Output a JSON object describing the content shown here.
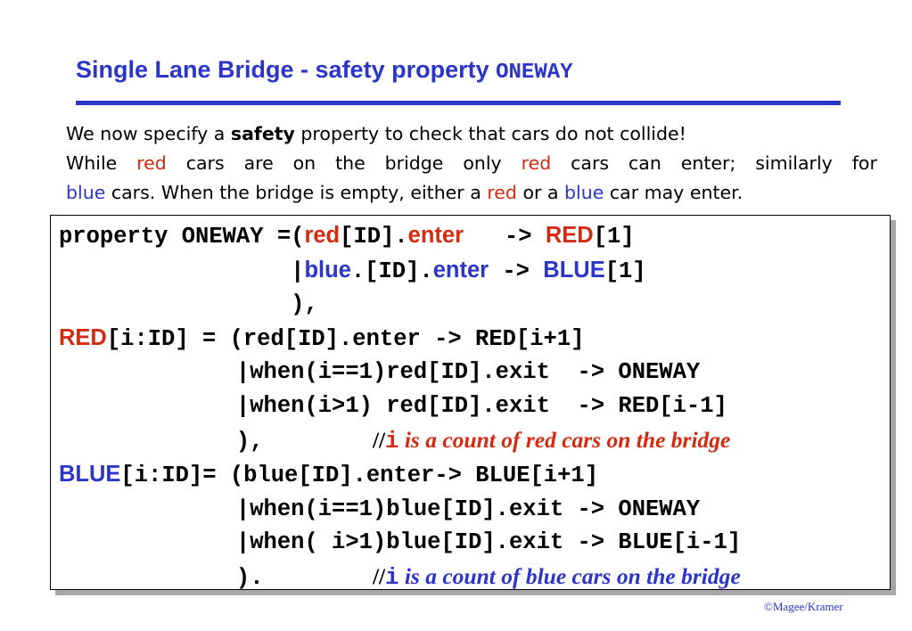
{
  "title": {
    "text": "Single Lane Bridge - safety property ",
    "mono": "ONEWAY"
  },
  "intro": {
    "l1_a": "We now specify a ",
    "l1_bold": "safety",
    "l1_b": " property to check that cars do not collide!",
    "l2_w1": "While",
    "l2_red": "red",
    "l2_w3": "cars",
    "l2_w4": "are",
    "l2_w5": "on",
    "l2_w6": "the",
    "l2_w7": "bridge",
    "l2_w8": "only",
    "l2_red2": "red",
    "l2_w10": "cars",
    "l2_w11": "can",
    "l2_w12": "enter;",
    "l2_w13": "similarly",
    "l2_w14": "for",
    "l3_blue": "blue",
    "l3_a": " cars. When the bridge is empty, either a ",
    "l3_red": "red",
    "l3_b": " or a ",
    "l3_blue2": "blue",
    "l3_c": " car may enter."
  },
  "code": {
    "l1_a": "property ONEWAY =(",
    "l1_red": "red",
    "l1_b": "[ID].",
    "l1_enter": "enter",
    "l1_c": "   -> ",
    "l1_RED": "RED",
    "l1_d": "[1]",
    "l2_a": "                 |",
    "l2_blue": "blue",
    "l2_b": ".[ID].",
    "l2_enter": "enter",
    "l2_c": " -> ",
    "l2_BLUE": "BLUE",
    "l2_d": "[1]",
    "l3": "                 ),",
    "l4_RED": "RED",
    "l4_a": "[i:ID] = (red[ID].enter -> RED[i+1]",
    "l5": "             |when(i==1)red[ID].exit  -> ONEWAY",
    "l6": "             |when(i>1) red[ID].exit  -> RED[i-1]",
    "l7_a": "             ),        ",
    "l7_slash": "//",
    "l7_i": "i",
    "l7_text": " is a count of red cars on the bridge",
    "l8_BLUE": "BLUE",
    "l8_a": "[i:ID]= (blue[ID].enter-> BLUE[i+1]",
    "l9": "             |when(i==1)blue[ID].exit -> ONEWAY",
    "l10": "             |when( i>1)blue[ID].exit -> BLUE[i-1]",
    "l11_a": "             ).        ",
    "l11_slash": "//",
    "l11_i": "i",
    "l11_text": " is a count of blue cars on the bridge"
  },
  "footer": "©Magee/Kramer",
  "colors": {
    "accent_blue": "#2b35c8",
    "accent_red": "#d42a10",
    "shadow": "#a7a7a7"
  }
}
